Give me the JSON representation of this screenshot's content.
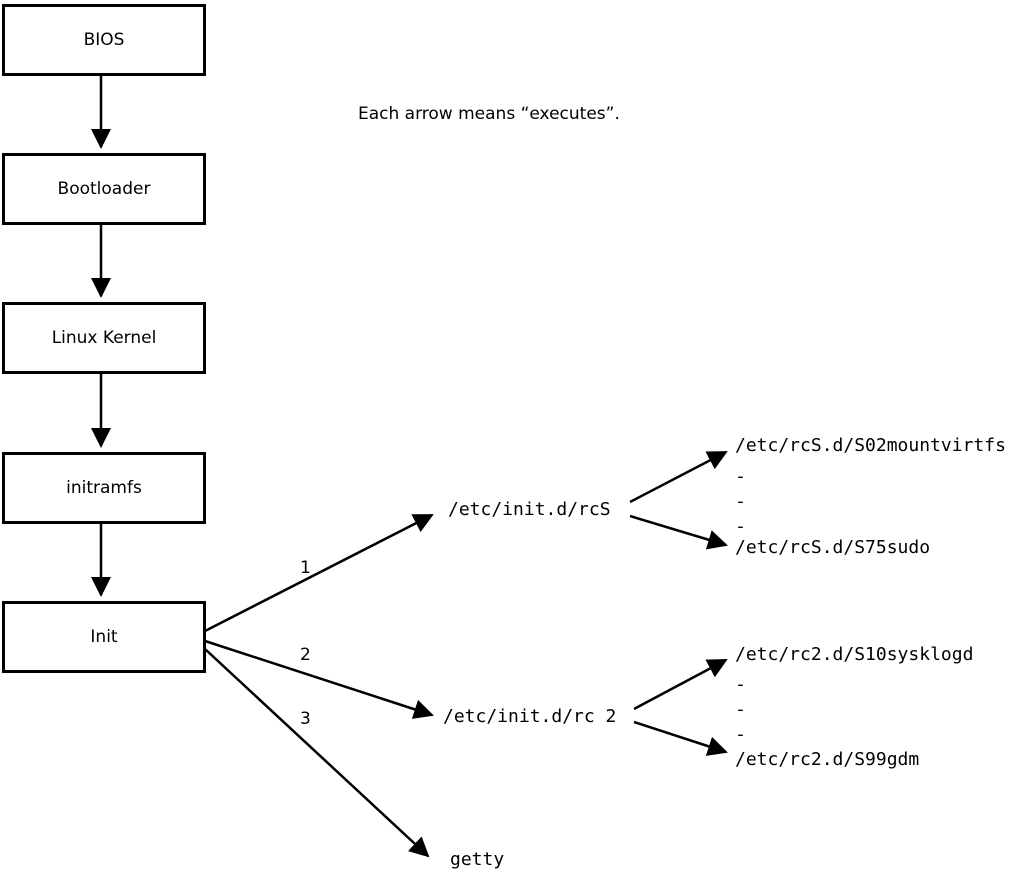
{
  "caption": "Each arrow means “executes”.",
  "flow_boxes": [
    {
      "label": "BIOS"
    },
    {
      "label": "Bootloader"
    },
    {
      "label": "Linux Kernel"
    },
    {
      "label": "initramfs"
    },
    {
      "label": "Init"
    }
  ],
  "branches": [
    {
      "number": "1",
      "target": "/etc/init.d/rcS",
      "children": {
        "first": "/etc/rcS.d/S02mountvirtfs",
        "ellipsis": [
          "-",
          "-",
          "-"
        ],
        "last": "/etc/rcS.d/S75sudo"
      }
    },
    {
      "number": "2",
      "target": "/etc/init.d/rc 2",
      "children": {
        "first": "/etc/rc2.d/S10sysklogd",
        "ellipsis": [
          "-",
          "-",
          "-"
        ],
        "last": "/etc/rc2.d/S99gdm"
      }
    },
    {
      "number": "3",
      "target": "getty"
    }
  ],
  "colors": {
    "line": "#000000",
    "background": "#ffffff",
    "text": "#000000"
  }
}
